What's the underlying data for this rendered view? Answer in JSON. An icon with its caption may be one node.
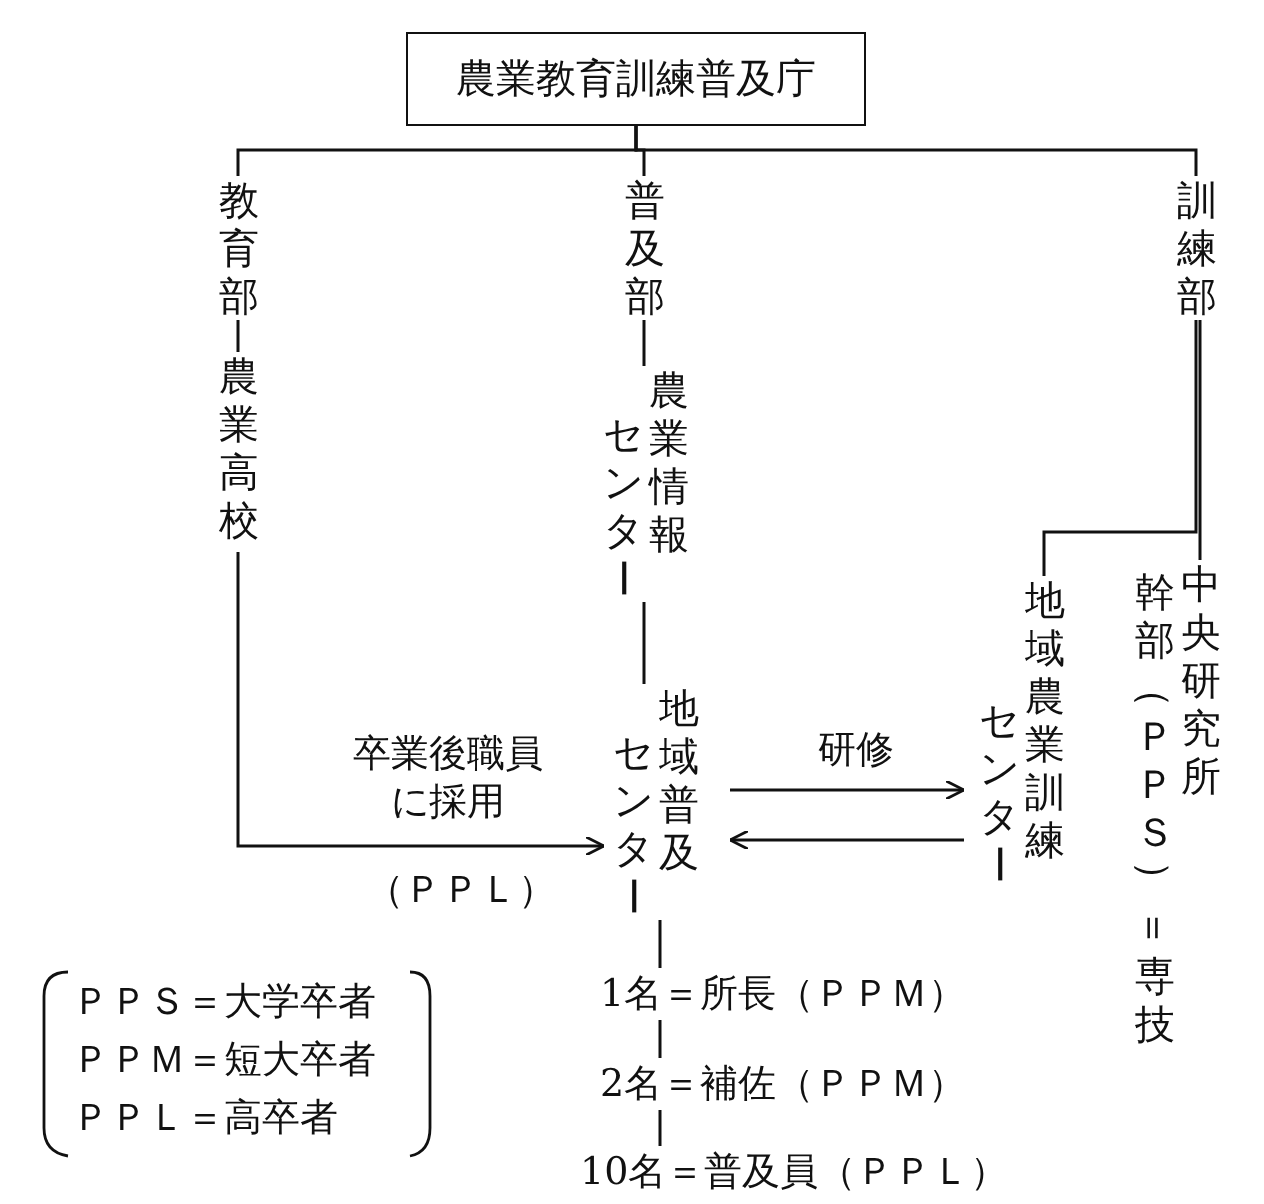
{
  "diagram": {
    "nodes": [
      {
        "text": [
          "農業教育訓練普及庁"
        ]
      },
      {
        "text": [
          "教育部"
        ]
      },
      {
        "text": [
          "農業高校"
        ]
      },
      {
        "text": [
          "普及部"
        ]
      },
      {
        "text": [
          "農業情報センター"
        ]
      },
      {
        "text": [
          "地域普及センター"
        ]
      },
      {
        "text": [
          "訓練部"
        ]
      },
      {
        "text": [
          "地域農業訓練センター"
        ]
      },
      {
        "text": [
          "中央研究所",
          "幹部（ＰＰＳ）＝専技"
        ]
      },
      {
        "text": [
          "1名＝所長（ＰＰＭ）"
        ]
      },
      {
        "text": [
          "2名＝補佐（ＰＰＭ）"
        ]
      },
      {
        "text": [
          "10名＝普及員（ＰＰＬ）"
        ]
      }
    ],
    "edges": [
      {
        "from": 0,
        "to": 1,
        "arrow": "none"
      },
      {
        "from": 0,
        "to": 3,
        "arrow": "none"
      },
      {
        "from": 0,
        "to": 6,
        "arrow": "none"
      },
      {
        "from": 1,
        "to": 2,
        "arrow": "none"
      },
      {
        "from": 3,
        "to": 4,
        "arrow": "none"
      },
      {
        "from": 4,
        "to": 5,
        "arrow": "none"
      },
      {
        "from": 2,
        "to": 5,
        "arrow": "to",
        "label": "卒業後職員に採用"
      },
      {
        "from": 5,
        "to": 7,
        "arrow": "to",
        "label": "研修"
      },
      {
        "from": 7,
        "to": 5,
        "arrow": "to"
      },
      {
        "from": 6,
        "to": 7,
        "arrow": "none"
      },
      {
        "from": 6,
        "to": 8,
        "arrow": "none"
      },
      {
        "from": 5,
        "to": 9,
        "arrow": "none"
      },
      {
        "from": 9,
        "to": 10,
        "arrow": "none"
      },
      {
        "from": 10,
        "to": 11,
        "arrow": "none"
      }
    ],
    "labels": [
      "（ＰＰＬ）",
      "ＰＰＳ＝大学卒者",
      "ＰＰＭ＝短大卒者",
      "ＰＰＬ＝高卒者"
    ]
  }
}
